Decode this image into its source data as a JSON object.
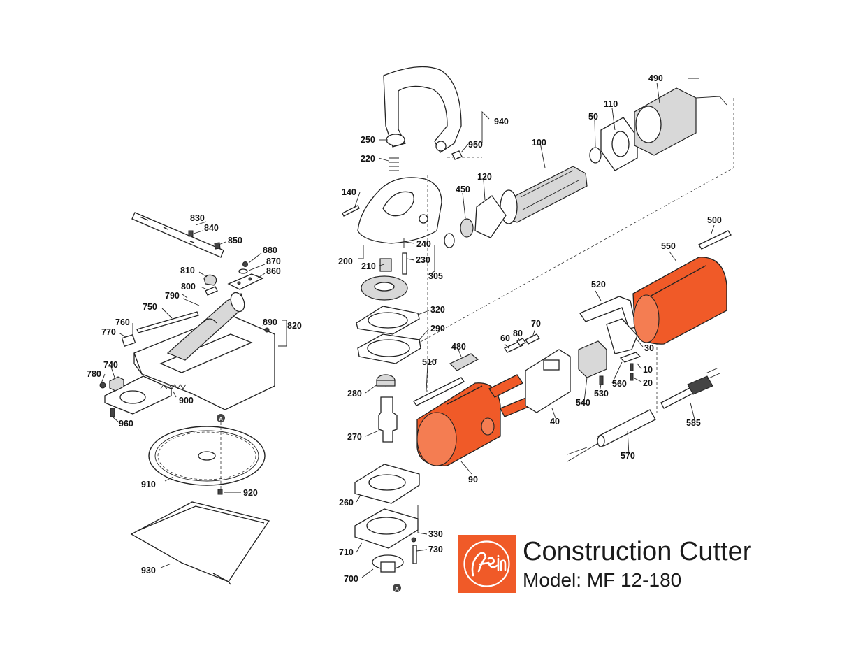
{
  "document": {
    "title": "Construction Cutter",
    "model_label": "Model:",
    "model": "MF 12-180",
    "brand": "fein"
  },
  "colors": {
    "accent": "#f05a28",
    "line": "#222222",
    "background": "#ffffff"
  },
  "part_numbers": {
    "p10": "10",
    "p20": "20",
    "p30": "30",
    "p40": "40",
    "p50": "50",
    "p60": "60",
    "p70": "70",
    "p80": "80",
    "p90": "90",
    "p100": "100",
    "p110": "110",
    "p120": "120",
    "p140": "140",
    "p200": "200",
    "p210": "210",
    "p220": "220",
    "p230": "230",
    "p240": "240",
    "p250": "250",
    "p260": "260",
    "p270": "270",
    "p280": "280",
    "p290": "290",
    "p305": "305",
    "p320": "320",
    "p330": "330",
    "p450": "450",
    "p480": "480",
    "p490": "490",
    "p500": "500",
    "p510": "510",
    "p520": "520",
    "p530": "530",
    "p540": "540",
    "p550": "550",
    "p560": "560",
    "p570": "570",
    "p585": "585",
    "p700": "700",
    "p710": "710",
    "p730": "730",
    "p740": "740",
    "p750": "750",
    "p760": "760",
    "p770": "770",
    "p780": "780",
    "p790": "790",
    "p800": "800",
    "p810": "810",
    "p820": "820",
    "p830": "830",
    "p840": "840",
    "p850": "850",
    "p860": "860",
    "p870": "870",
    "p880": "880",
    "p890": "890",
    "p900": "900",
    "p910": "910",
    "p920": "920",
    "p930": "930",
    "p940": "940",
    "p950": "950",
    "p960": "960"
  },
  "reference_marker": "A"
}
